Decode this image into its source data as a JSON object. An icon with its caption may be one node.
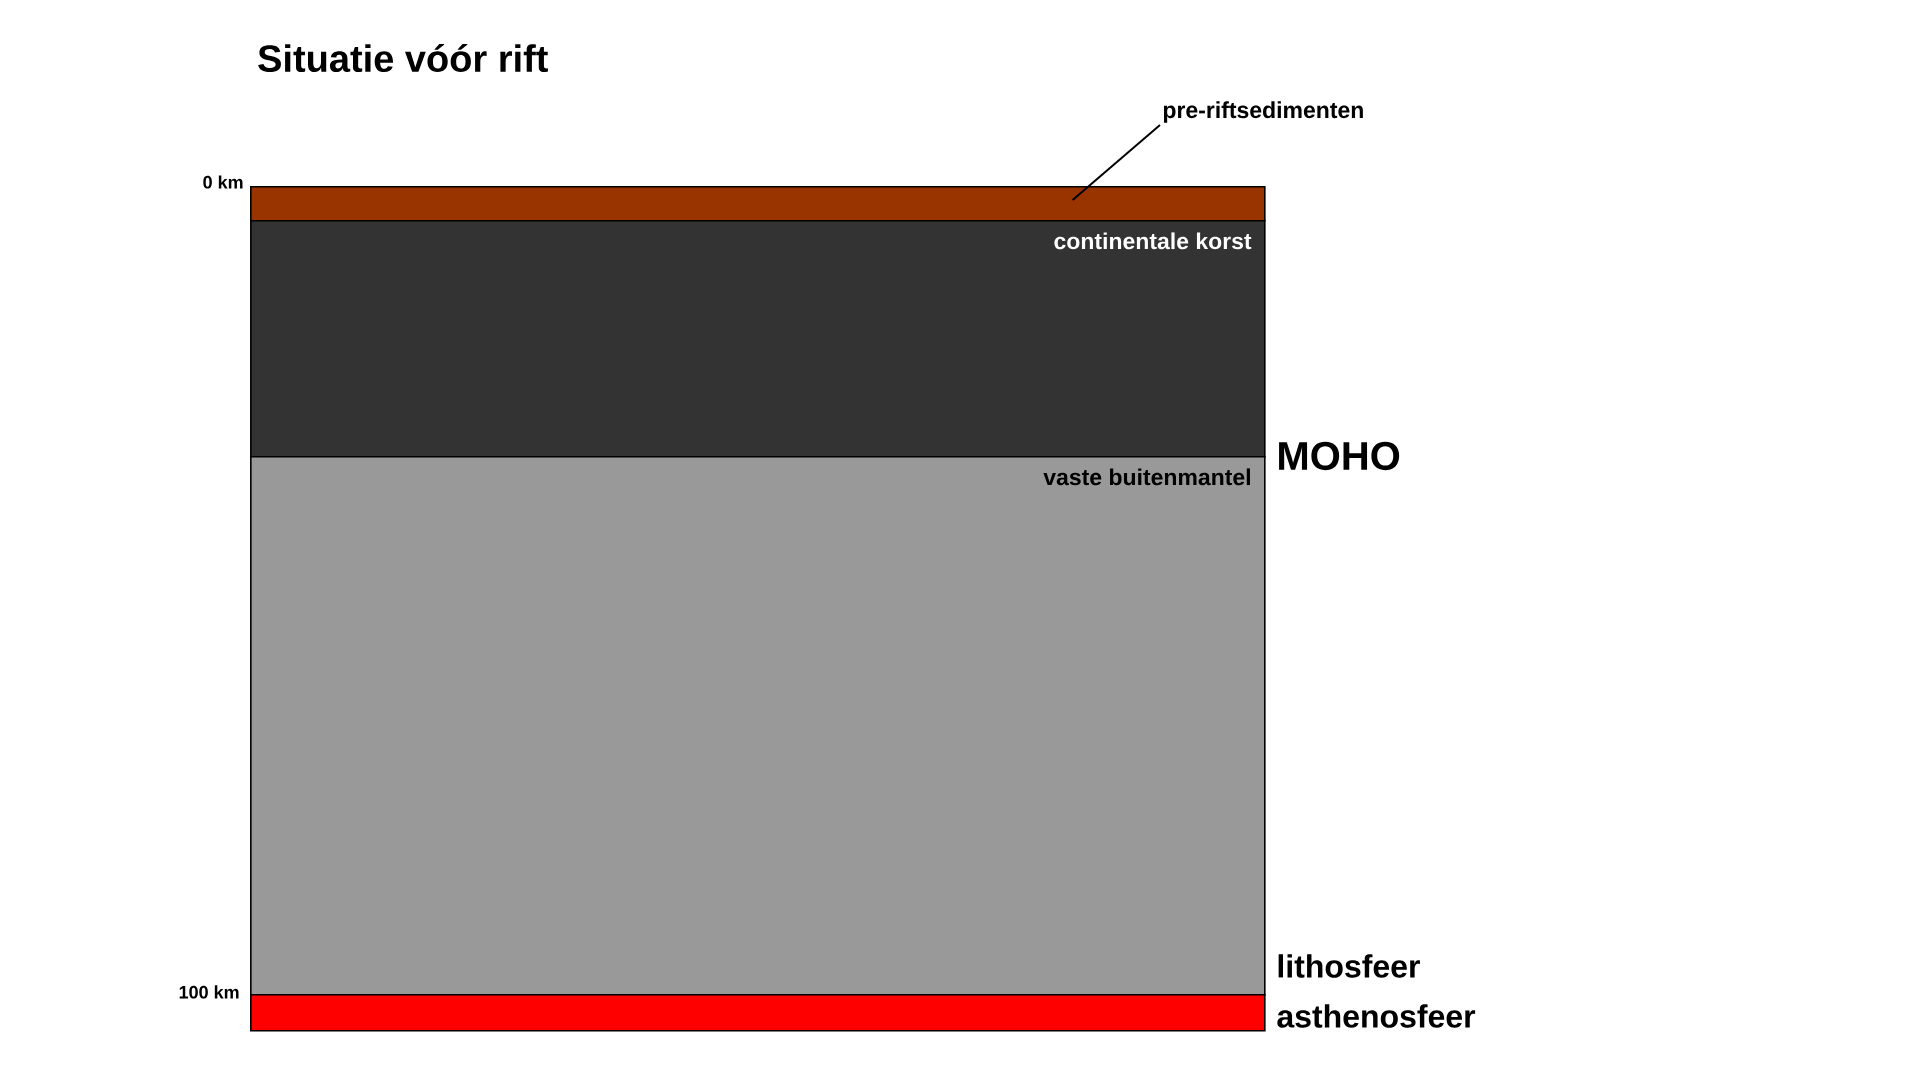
{
  "diagram": {
    "title": "Situatie vóór rift",
    "nodes": [
      {
        "text": [],
        "shape": "bar"
      },
      {
        "text": [
          "continentale korst"
        ]
      },
      {
        "text": [
          "vaste buitenmantel"
        ]
      },
      {
        "text": [],
        "shape": "bar"
      },
      {
        "text": [
          "pre-riftsedimenten"
        ]
      }
    ],
    "edges": [
      {
        "from": 4,
        "to": 0,
        "arrow": "none"
      }
    ],
    "labels": [
      "0 km",
      "MOHO",
      "lithosfeer",
      "100 km",
      "asthenosfeer"
    ]
  }
}
